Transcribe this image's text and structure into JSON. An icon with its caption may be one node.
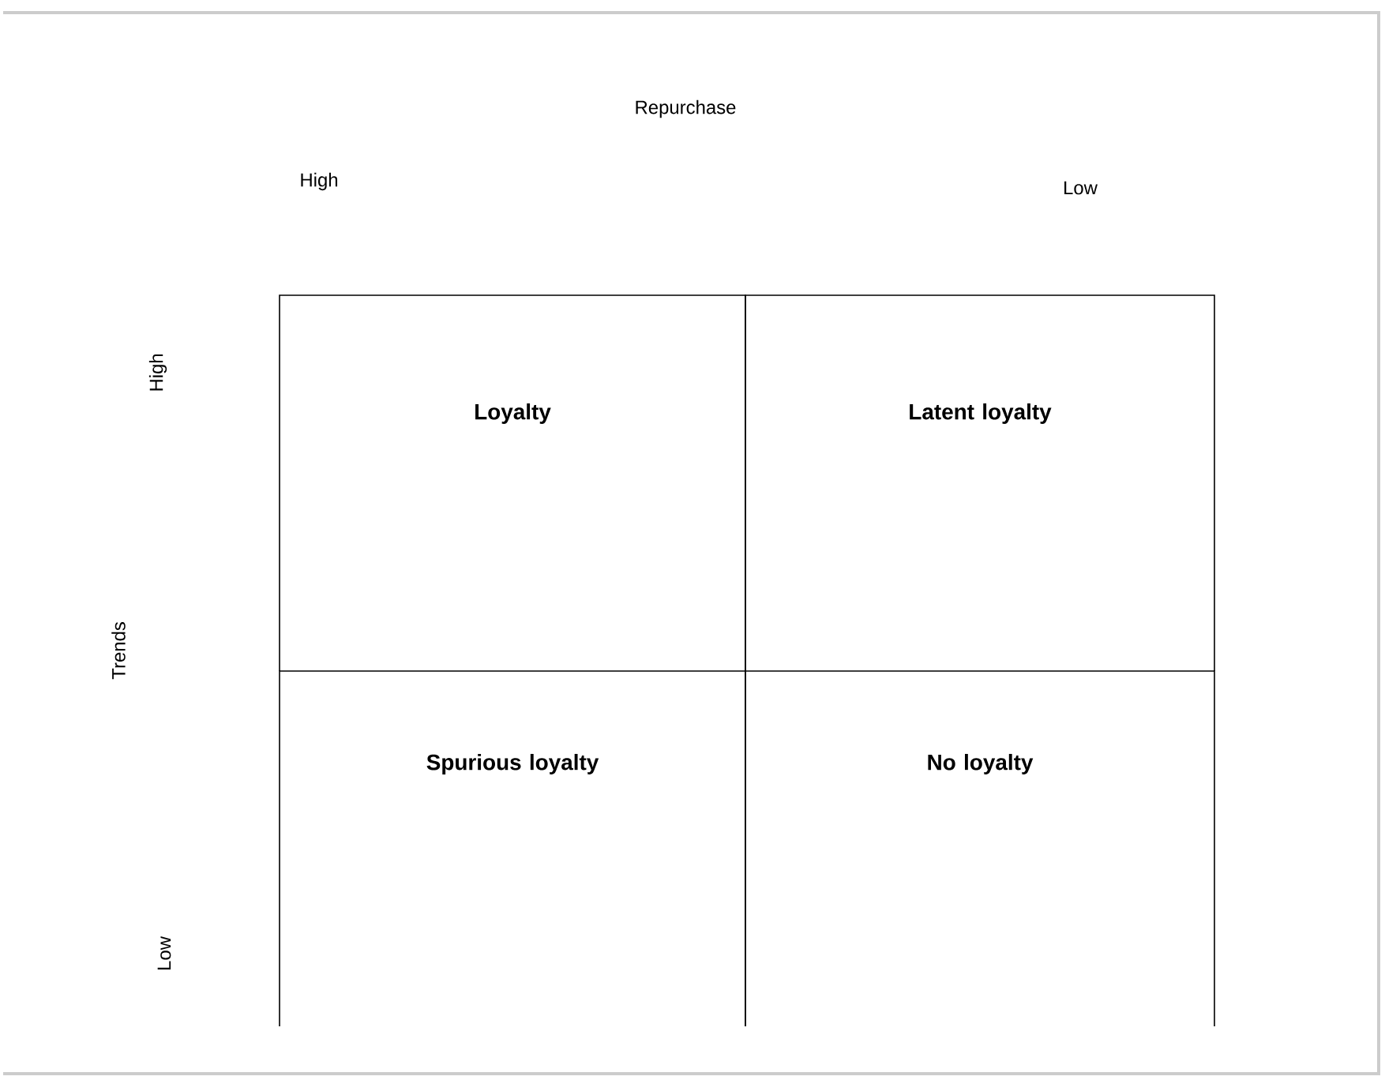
{
  "diagram": {
    "nodes": [
      {
        "text": [
          "Loyalty"
        ]
      },
      {
        "text": [
          "Latent loyalty"
        ]
      },
      {
        "text": [
          "Spurious loyalty"
        ]
      },
      {
        "text": [
          "No loyalty"
        ]
      }
    ],
    "labels": [
      "Repurchase",
      "High",
      "Low",
      "High",
      "Trends",
      "Low"
    ]
  }
}
